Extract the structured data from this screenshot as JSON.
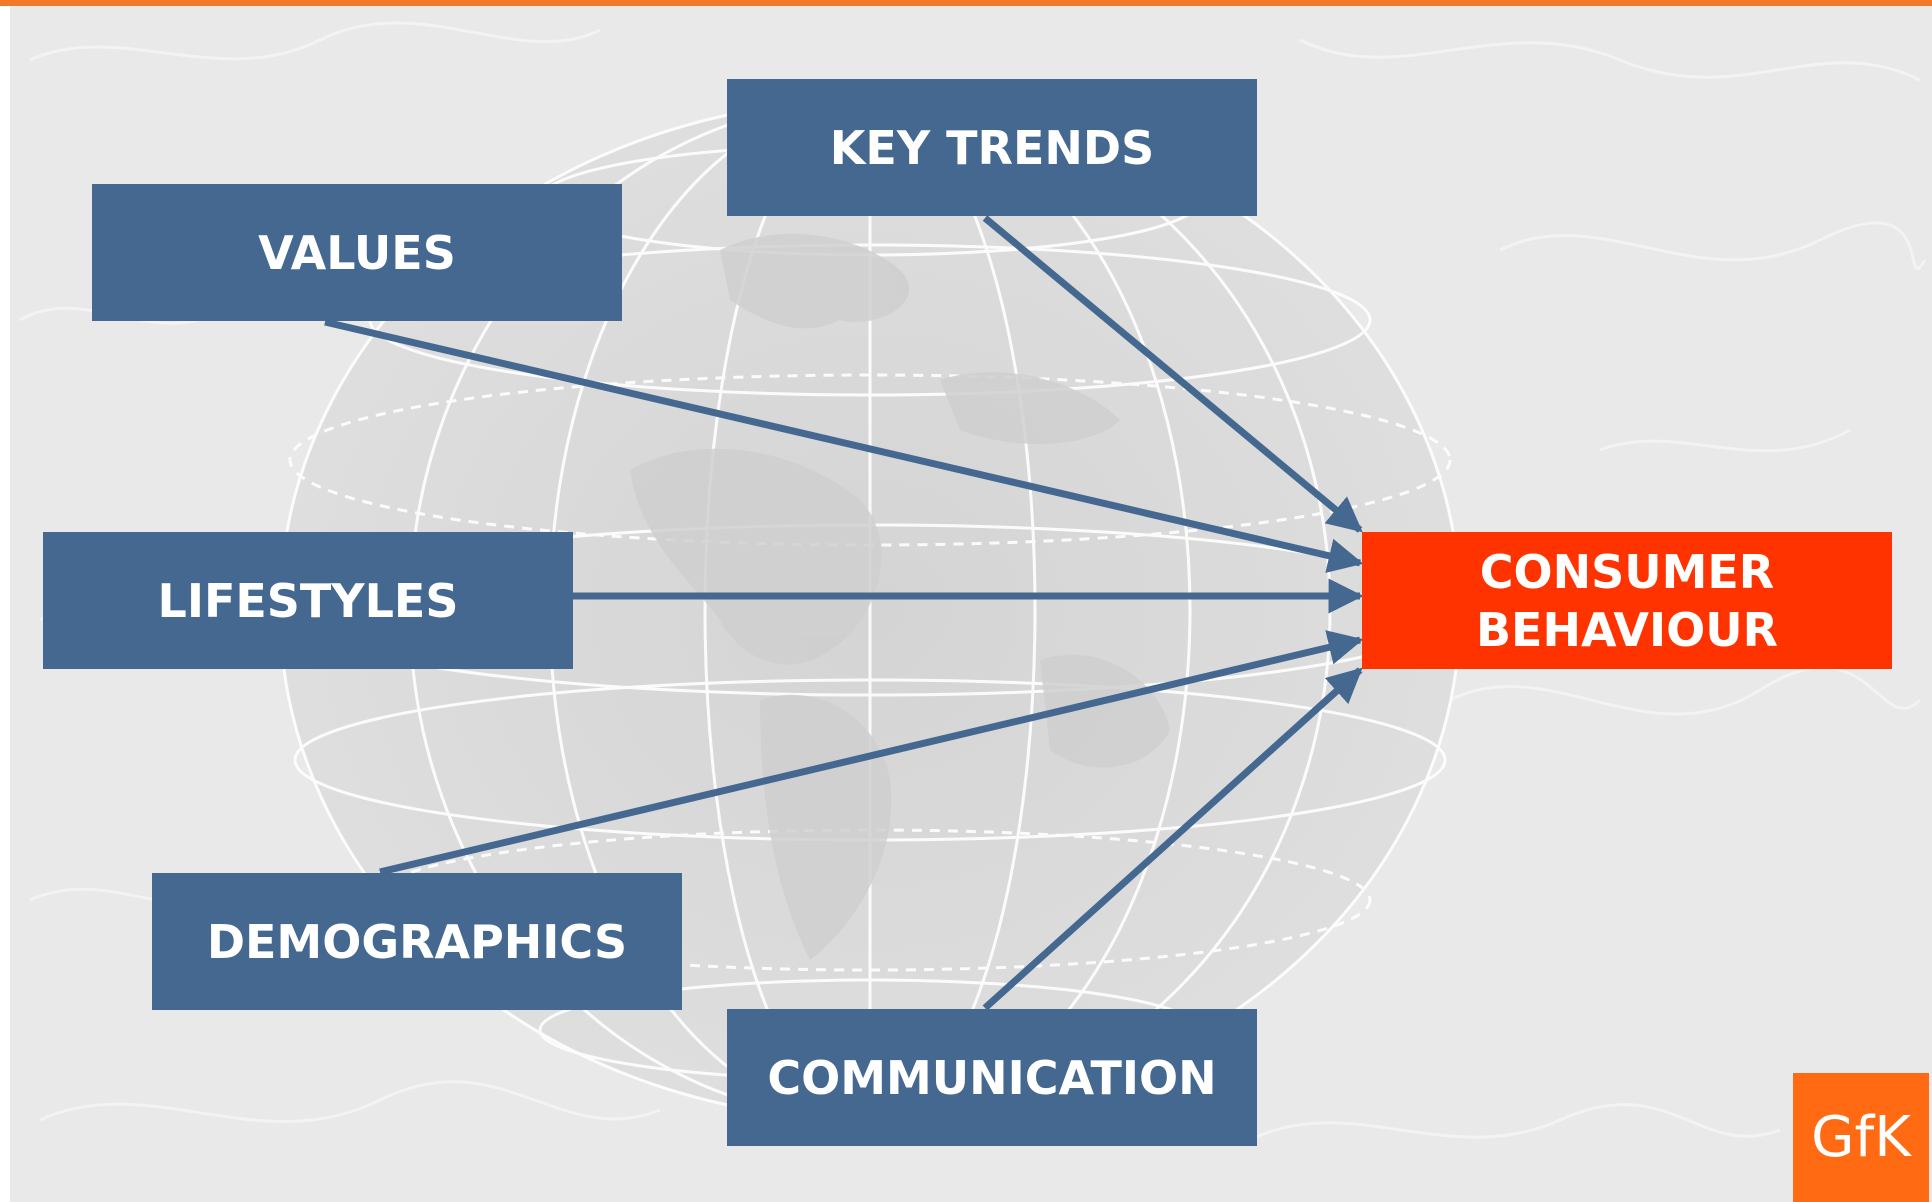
{
  "diagram": {
    "sources": [
      {
        "id": "values",
        "label": "VALUES"
      },
      {
        "id": "key_trends",
        "label": "KEY TRENDS"
      },
      {
        "id": "lifestyles",
        "label": "LIFESTYLES"
      },
      {
        "id": "demographics",
        "label": "DEMOGRAPHICS"
      },
      {
        "id": "communication",
        "label": "COMMUNICATION"
      }
    ],
    "target": {
      "id": "consumer_behaviour",
      "line1": "CONSUMER",
      "line2": "BEHAVIOUR"
    },
    "edges": [
      {
        "from": "values",
        "to": "consumer_behaviour"
      },
      {
        "from": "key_trends",
        "to": "consumer_behaviour"
      },
      {
        "from": "lifestyles",
        "to": "consumer_behaviour"
      },
      {
        "from": "demographics",
        "to": "consumer_behaviour"
      },
      {
        "from": "communication",
        "to": "consumer_behaviour"
      }
    ]
  },
  "logo": {
    "text": "GfK"
  },
  "colors": {
    "box": "#44688f",
    "arrow": "#44688f",
    "target": "#ff3300",
    "logo": "#ff6a13",
    "accent_rule": "#f07a2a",
    "background": "#e9e9e9"
  }
}
